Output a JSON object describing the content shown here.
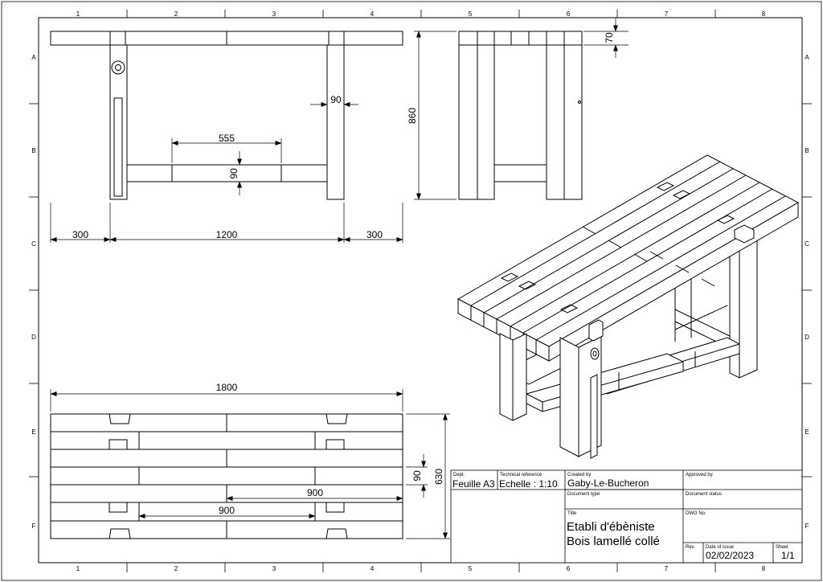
{
  "grid": {
    "columns": [
      "1",
      "2",
      "3",
      "4",
      "5",
      "6",
      "7",
      "8"
    ],
    "rows": [
      "A",
      "B",
      "C",
      "D",
      "E",
      "F"
    ]
  },
  "dimensions": {
    "front": {
      "overhang_left": "300",
      "leg_span": "1200",
      "overhang_right": "300",
      "stretcher_length": "555",
      "stretcher_height": "90",
      "leg_width": "90"
    },
    "side": {
      "total_height": "860",
      "top_thickness": "70"
    },
    "top": {
      "total_length": "1800",
      "total_width": "630",
      "board_width": "90",
      "board_length_a": "900",
      "board_length_b": "900"
    }
  },
  "title_block": {
    "dept_label": "Dept.",
    "dept_value": "Feuille A3",
    "techref_label": "Technical reference",
    "techref_value": "Echelle : 1:10",
    "created_label": "Created by",
    "created_value": "Gaby-Le-Bucheron",
    "approved_label": "Approved by",
    "approved_value": "",
    "doctype_label": "Document type",
    "doctype_value": "",
    "docstatus_label": "Document status",
    "docstatus_value": "",
    "title_label": "Title",
    "title_line1": "Etabli d'ébèniste",
    "title_line2": "Bois lamellé collé",
    "dwg_label": "DWG No.",
    "rev_label": "Rev.",
    "issue_label": "Date of issue",
    "issue_value": "02/02/2023",
    "sheet_label": "Sheet",
    "sheet_value": "1/1"
  }
}
